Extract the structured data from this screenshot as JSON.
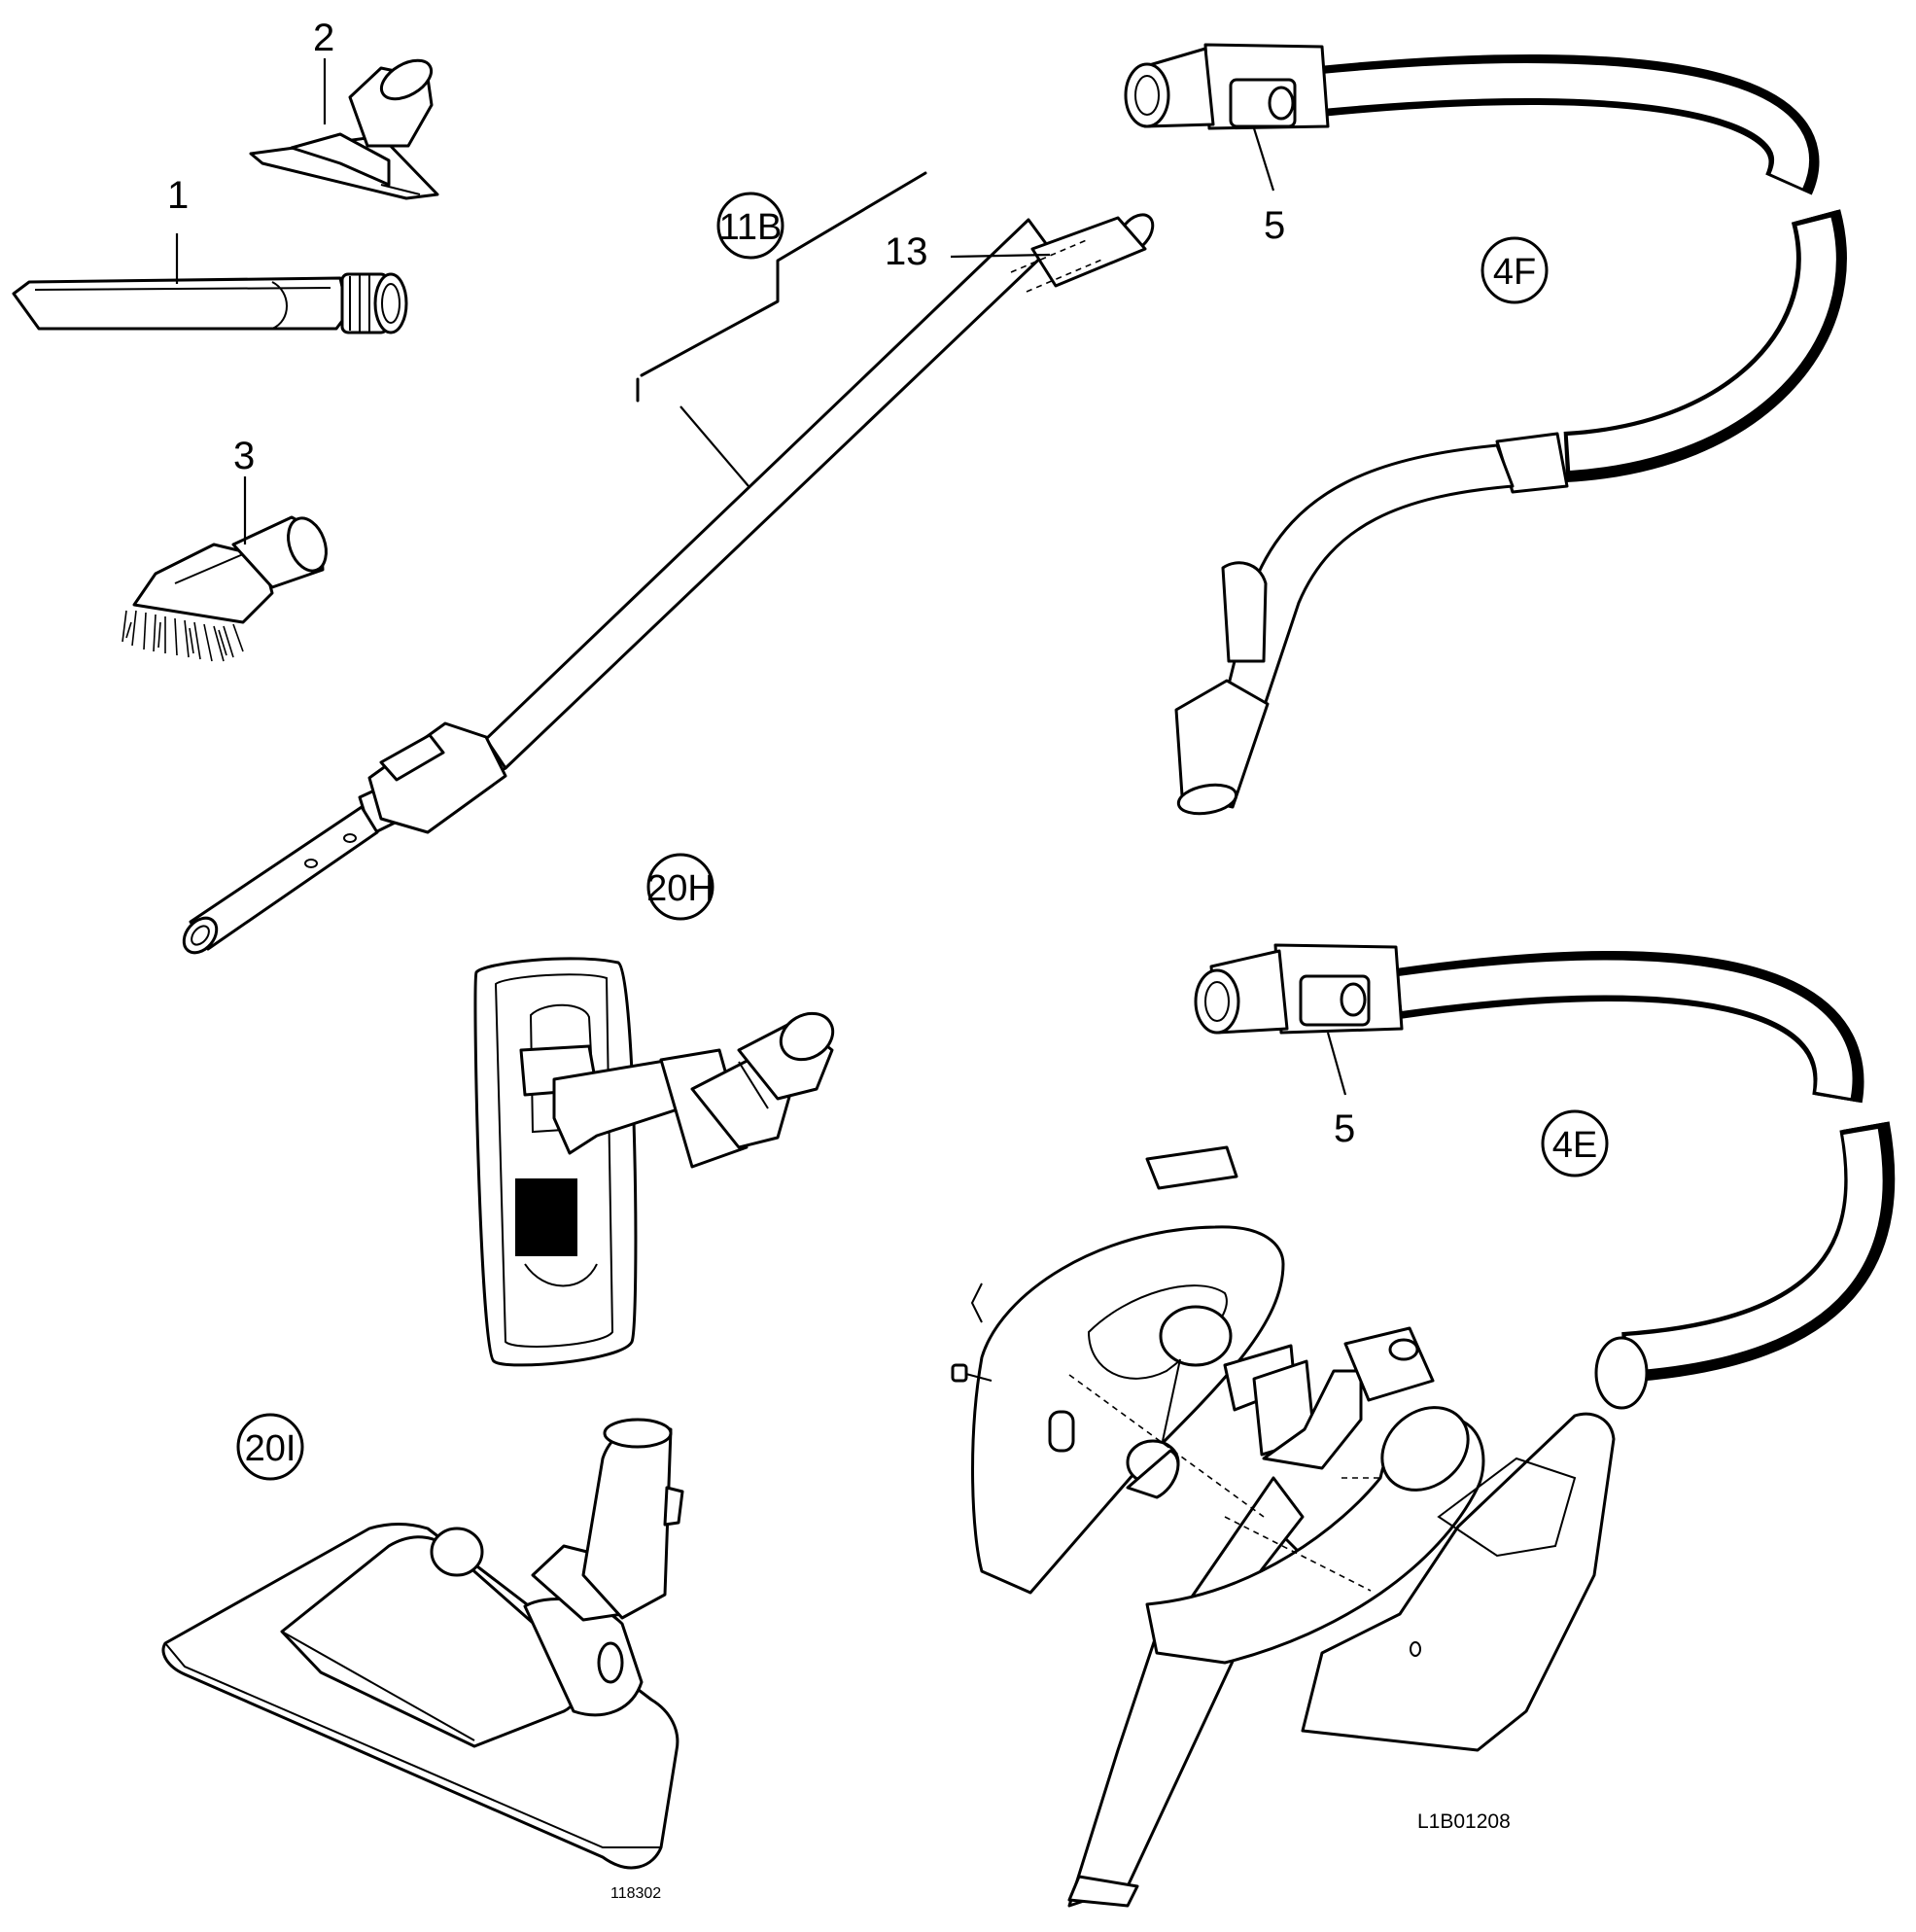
{
  "labels": {
    "crevice_tool": "1",
    "upholstery_nozzle": "2",
    "dusting_brush": "3",
    "hose_connector_upper": "5",
    "hose_connector_lower": "5",
    "tube_end": "13"
  },
  "circled_labels": {
    "telescopic_tube": "11B",
    "hose_4f": "4F",
    "hose_4e": "4E",
    "floor_nozzle_20h": "20H",
    "floor_nozzle_20i": "20I"
  },
  "codes": {
    "drawing_number": "L1B01208",
    "part_sheet": "118302"
  }
}
